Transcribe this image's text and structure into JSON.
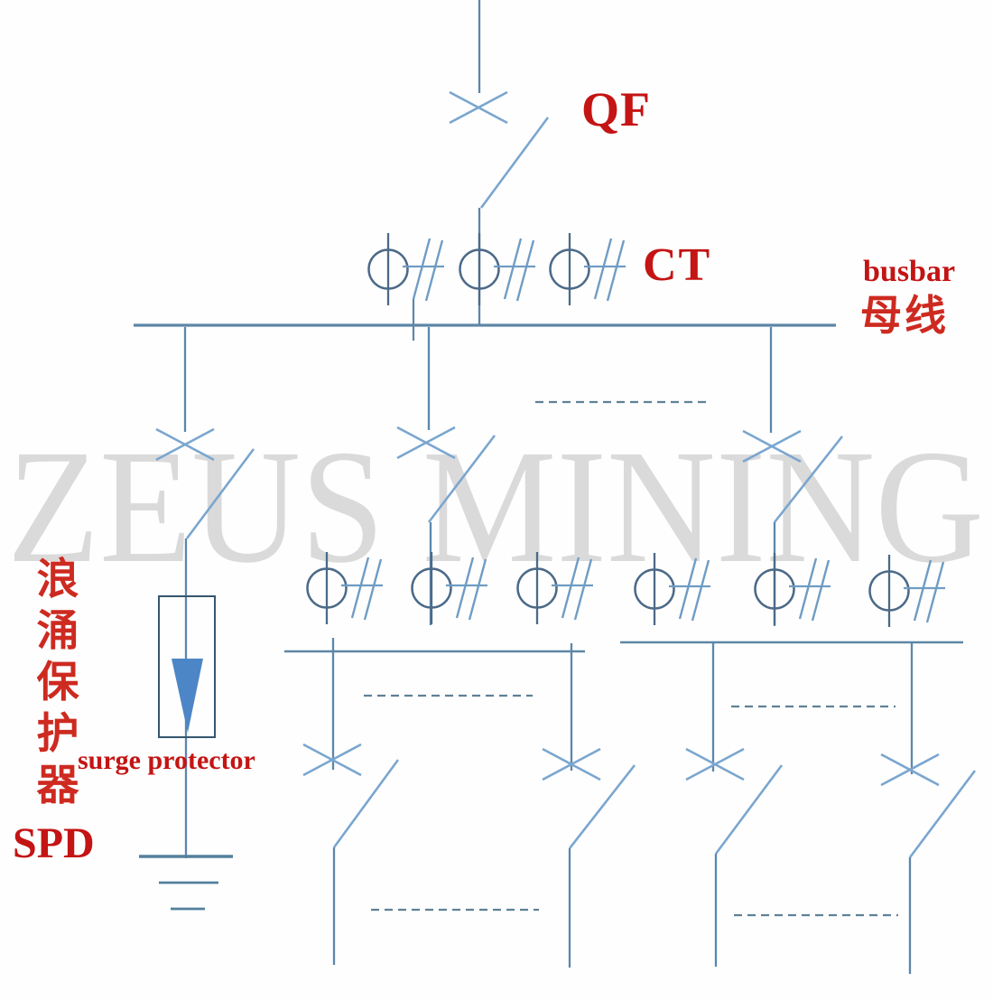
{
  "watermark": {
    "text": "ZEUS MINING",
    "color": "#dadada"
  },
  "labels": {
    "qf": "QF",
    "ct": "CT",
    "busbar_en": "busbar",
    "busbar_zh": "母线",
    "surge_protector_en": "surge protector",
    "spd": "SPD",
    "spd_vertical": [
      "浪",
      "涌",
      "保",
      "护",
      "器"
    ]
  },
  "colors": {
    "line_blue": "#5b87ac",
    "breaker_blue": "#7aa6cf",
    "ct_circle_blue": "#4c6a88",
    "busbar_blue": "#5d86a6",
    "dashed_blue": "#5e8197",
    "triangle_fill": "#4d86c6",
    "label_red": "#c41414",
    "chinese_red": "#cd2a20",
    "watermark_gray": "#dadada"
  }
}
